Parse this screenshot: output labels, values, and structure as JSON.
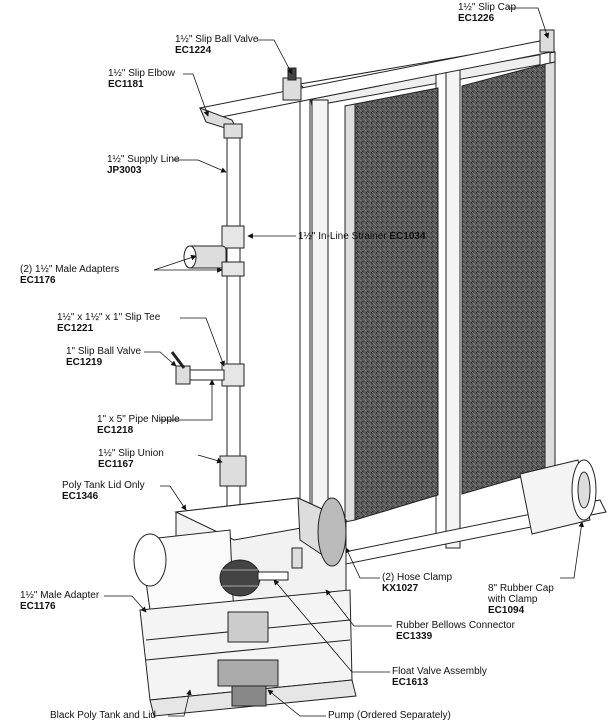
{
  "callouts": {
    "slip_cap": {
      "name": "1½\" Slip Cap",
      "code": "EC1226"
    },
    "slip_ball_valve": {
      "name": "1½\" Slip Ball Valve",
      "code": "EC1224"
    },
    "slip_elbow": {
      "name": "1½\" Slip Elbow",
      "code": "EC1181"
    },
    "supply_line": {
      "name": "1½\" Supply Line",
      "code": "JP3003"
    },
    "inline_strainer": {
      "name": "1½\" In-Line Strainer",
      "code": "EC1034"
    },
    "male_adapters": {
      "name": "(2) 1½\" Male Adapters",
      "code": "EC1176"
    },
    "slip_tee": {
      "name": "1½\" x 1½\" x 1\" Slip Tee",
      "code": "EC1221"
    },
    "ball_valve_1in": {
      "name": "1\" Slip Ball Valve",
      "code": "EC1219"
    },
    "pipe_nipple": {
      "name": "1\" x 5\" Pipe Nipple",
      "code": "EC1218"
    },
    "slip_union": {
      "name": "1½\" Slip Union",
      "code": "EC1167"
    },
    "tank_lid": {
      "name": "Poly Tank Lid Only",
      "code": "EC1346"
    },
    "hose_clamp": {
      "name": "(2) Hose Clamp",
      "code": "KX1027"
    },
    "rubber_cap": {
      "name": "8\" Rubber Cap\nwith Clamp",
      "code": "EC1094"
    },
    "male_adapter": {
      "name": "1½\" Male Adapter",
      "code": "EC1176"
    },
    "bellows": {
      "name": "Rubber Bellows Connector",
      "code": "EC1339"
    },
    "float_valve": {
      "name": "Float Valve Assembly",
      "code": "EC1613"
    },
    "tank_and_lid": {
      "name": "Black Poly Tank and Lid",
      "code": ""
    },
    "pump": {
      "name": "Pump (Ordered Separately)",
      "code": ""
    }
  }
}
